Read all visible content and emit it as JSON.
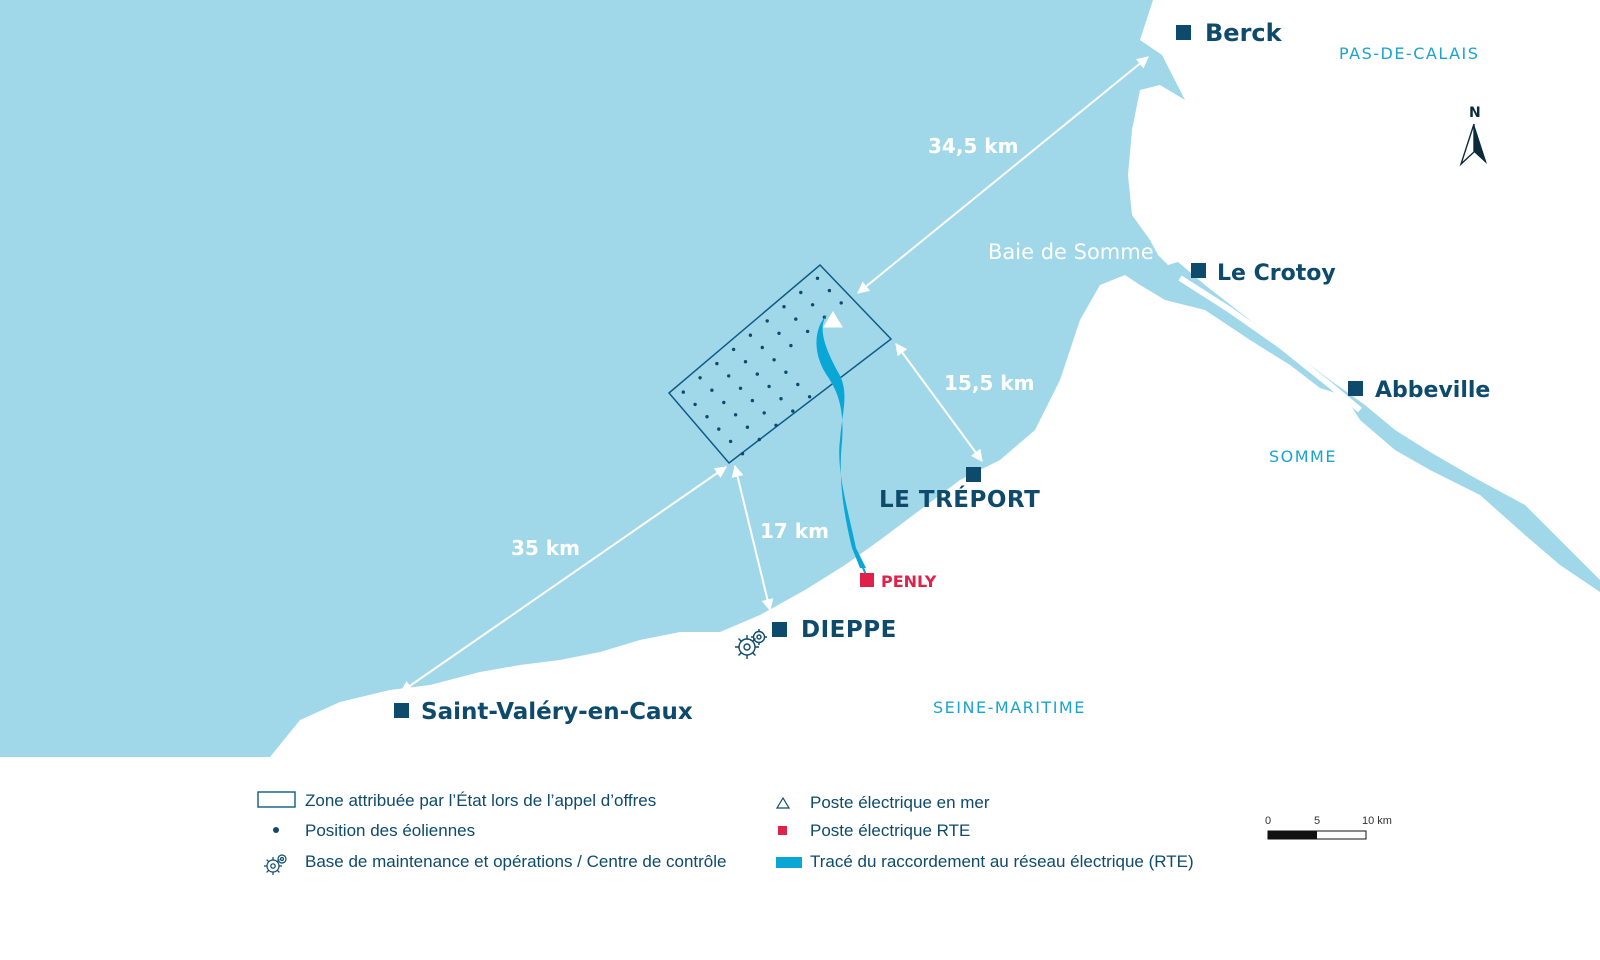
{
  "cities": {
    "berck": "Berck",
    "le_crotoy": "Le Crotoy",
    "abbeville": "Abbeville",
    "le_treport": "LE TRÉPORT",
    "dieppe": "DIEPPE",
    "saint_valery": "Saint-Valéry-en-Caux",
    "penly": "PENLY"
  },
  "regions": {
    "pas_de_calais": "PAS-DE-CALAIS",
    "somme": "SOMME",
    "seine_maritime": "SEINE-MARITIME"
  },
  "water_labels": {
    "baie_de_somme": "Baie de Somme"
  },
  "distances": {
    "berck": "34,5 km",
    "le_treport": "15,5 km",
    "dieppe": "17 km",
    "saint_valery": "35 km"
  },
  "compass": {
    "label": "N"
  },
  "scale_bar": {
    "ticks": [
      "0",
      "5",
      "10 km"
    ]
  },
  "legend": {
    "zone": "Zone attribuée par l’État lors de l’appel d’offres",
    "turbines": "Position des éoliennes",
    "maintenance": "Base de maintenance et opérations / Centre de contrôle",
    "offshore_substation": "Poste électrique en mer",
    "rte_substation": "Poste électrique RTE",
    "cable_route": "Tracé du raccordement au réseau électrique (RTE)"
  },
  "colors": {
    "sea": "#a0d8e9",
    "land": "#ffffff",
    "city_marker": "#0d4a6b",
    "cable": "#0aa6d6",
    "rte_marker": "#e0214a",
    "region_text": "#1aa3cf"
  }
}
